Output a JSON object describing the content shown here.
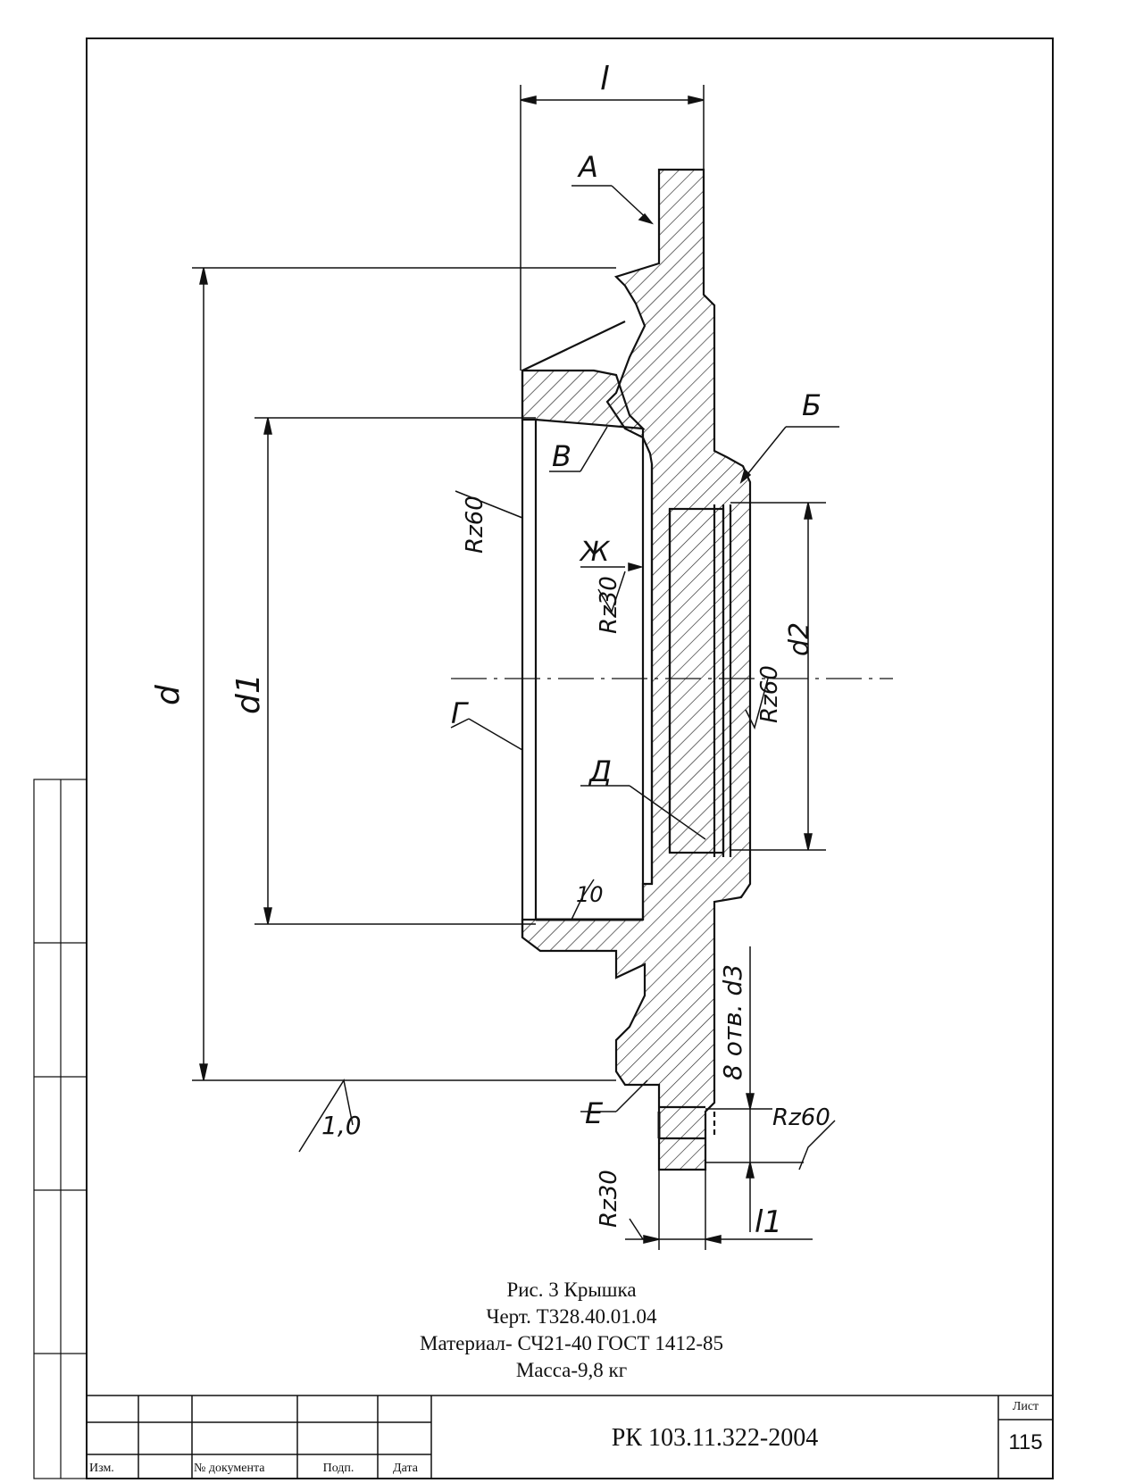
{
  "drawing": {
    "labels": {
      "A": "А",
      "B": "Б",
      "V": "В",
      "G": "Г",
      "D": "Д",
      "E": "Е",
      "Zh": "Ж"
    },
    "dimensions": {
      "l": "l",
      "l1": "l1",
      "d": "d",
      "d1": "d1",
      "d2": "d2",
      "d3_holes": "8 отв. d3"
    },
    "roughness": {
      "rz60_left": "Rz60",
      "rz30_inner": "Rz30",
      "rz60_right": "Rz60",
      "rz60_bottom": "Rz60",
      "rz30_bottom": "Rz30",
      "r10": "10",
      "r1_0": "1,0"
    }
  },
  "caption": {
    "line1": "Рис. 3  Крышка",
    "line2": "Черт. Т328.40.01.04",
    "line3": "Материал- СЧ21-40 ГОСТ 1412-85",
    "line4": "Масса-9,8 кг"
  },
  "title_block": {
    "doc_code": "РК 103.11.322-2004",
    "sheet_label": "Лист",
    "sheet_number": "115",
    "col_izm": "Изм.",
    "col_doc": "№ документа",
    "col_sign": "Подп.",
    "col_date": "Дата"
  }
}
